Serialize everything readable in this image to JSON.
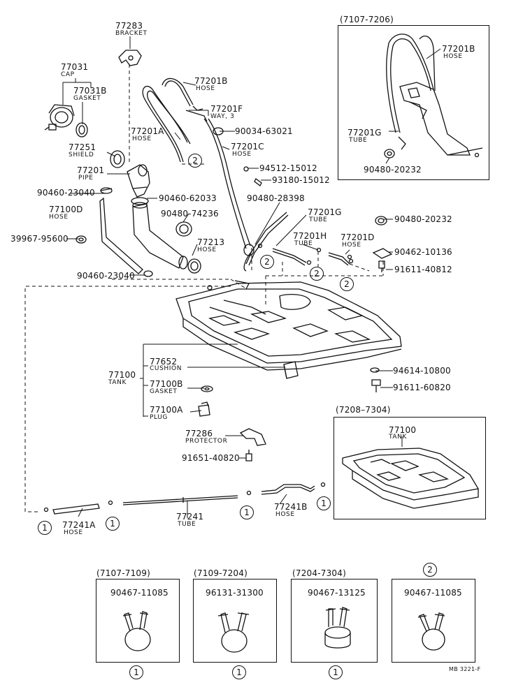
{
  "parts": {
    "p77283": {
      "num": "77283",
      "name": "BRACKET"
    },
    "p77031": {
      "num": "77031",
      "name": "CAP"
    },
    "p77031B": {
      "num": "77031B",
      "name": "GASKET"
    },
    "p77251": {
      "num": "77251",
      "name": "SHIELD"
    },
    "p77201": {
      "num": "77201",
      "name": "PIPE"
    },
    "p90460_23040a": {
      "num": "90460-23040"
    },
    "p77100D": {
      "num": "77100D",
      "name": "HOSE"
    },
    "p39967": {
      "num": "39967-95600"
    },
    "p90460_23040b": {
      "num": "90460-23040"
    },
    "p77201B": {
      "num": "77201B",
      "name": "HOSE"
    },
    "p77201F": {
      "num": "77201F",
      "name": "WAY, 3"
    },
    "p77201A": {
      "num": "77201A",
      "name": "HOSE"
    },
    "p90034": {
      "num": "90034-63021"
    },
    "p77201C": {
      "num": "77201C",
      "name": "HOSE"
    },
    "p94512": {
      "num": "94512-15012"
    },
    "p93180": {
      "num": "93180-15012"
    },
    "p90460_62033": {
      "num": "90460-62033"
    },
    "p90480_74236": {
      "num": "90480-74236"
    },
    "p77213": {
      "num": "77213",
      "name": "HOSE"
    },
    "p90480_28398": {
      "num": "90480-28398"
    },
    "p77201G": {
      "num": "77201G",
      "name": "TUBE"
    },
    "p77201H": {
      "num": "77201H",
      "name": "TUBE"
    },
    "p77201D": {
      "num": "77201D",
      "name": "HOSE"
    },
    "p90480_20232": {
      "num": "90480-20232"
    },
    "p90462": {
      "num": "90462-10136"
    },
    "p91611_40812": {
      "num": "91611-40812"
    },
    "p77100": {
      "num": "77100",
      "name": "TANK"
    },
    "p77652": {
      "num": "77652",
      "name": "CUSHION"
    },
    "p77100B": {
      "num": "77100B",
      "name": "GASKET"
    },
    "p77100A": {
      "num": "77100A",
      "name": "PLUG"
    },
    "p94614": {
      "num": "94614-10800"
    },
    "p91611_60820": {
      "num": "91611-60820"
    },
    "p77286": {
      "num": "77286",
      "name": "PROTECTOR"
    },
    "p91651": {
      "num": "91651-40820"
    },
    "p77241": {
      "num": "77241",
      "name": "TUBE"
    },
    "p77241A": {
      "num": "77241A",
      "name": "HOSE"
    },
    "p77241B": {
      "num": "77241B",
      "name": "HOSE"
    }
  },
  "inset_top": {
    "range": "(7107-7206)",
    "p77201B": {
      "num": "77201B",
      "name": "HOSE"
    },
    "p77201G": {
      "num": "77201G",
      "name": "TUBE"
    },
    "p90480": {
      "num": "90480-20232"
    }
  },
  "inset_tank": {
    "range": "(7208–7304)",
    "p77100": {
      "num": "77100",
      "name": "TANK"
    }
  },
  "clamp_boxes": [
    {
      "range": "(7107-7109)",
      "num": "90467-11085",
      "marker": "1"
    },
    {
      "range": "(7109-7204)",
      "num": "96131-31300",
      "marker": "1"
    },
    {
      "range": "(7204-7304)",
      "num": "90467-13125",
      "marker": "1"
    },
    {
      "range": "",
      "num": "90467-11085",
      "marker": "2"
    }
  ],
  "markers": {
    "one": "1",
    "two": "2"
  },
  "footer": "MB 3221-F"
}
